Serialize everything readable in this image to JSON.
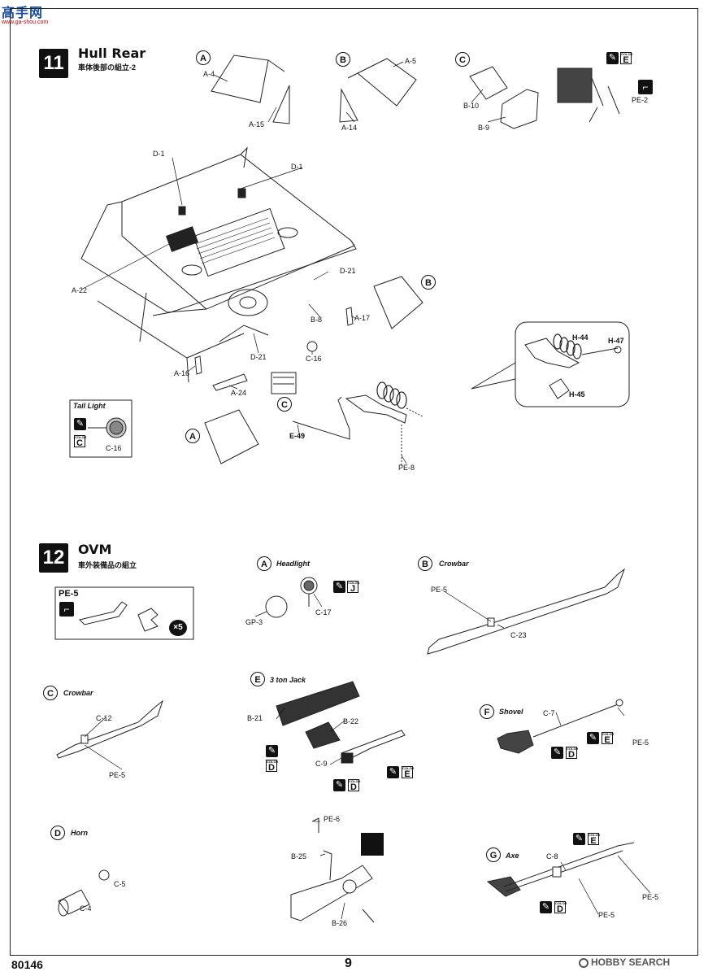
{
  "header_watermark": {
    "line1": "高手网",
    "line2": "www.ga-shou.com"
  },
  "step11": {
    "number": "11",
    "title": "Hull Rear",
    "subtitle": "車体後部の組立-2",
    "callouts": {
      "a": "A",
      "b": "B",
      "c": "C"
    },
    "labels": {
      "a4": "A-4",
      "a15": "A-15",
      "a5": "A-5",
      "a14": "A-14",
      "b10": "B-10",
      "b9": "B-9",
      "pe2": "PE-2",
      "color_e": "E",
      "d1_left": "D-1",
      "d1_right": "D-1",
      "a22": "A-22",
      "d21": "D-21",
      "b8": "B-8",
      "a17": "A-17",
      "d21_lower": "D-21",
      "c16": "C-16",
      "a16": "A-16",
      "a24": "A-24",
      "e49": "E-49",
      "pe8": "PE-8",
      "h44": "H-44",
      "h47": "H-47",
      "h45": "H-45"
    },
    "tail_light": {
      "title": "Tail Light",
      "color": "C",
      "part": "C-16"
    }
  },
  "step12": {
    "number": "12",
    "title": "OVM",
    "subtitle": "車外装備品の組立",
    "pe_box": {
      "title": "PE-5",
      "count": "×5"
    },
    "items": {
      "headlight": {
        "letter": "A",
        "name": "Headlight",
        "gp3": "GP-3",
        "c17": "C-17",
        "color": "J"
      },
      "crowbar_b": {
        "letter": "B",
        "name": "Crowbar",
        "pe5": "PE-5",
        "c23": "C-23"
      },
      "crowbar_c": {
        "letter": "C",
        "name": "Crowbar",
        "c12": "C-12",
        "pe5": "PE-5"
      },
      "jack": {
        "letter": "E",
        "name": "3 ton Jack",
        "b21": "B-21",
        "b22": "B-22",
        "c9": "C-9",
        "color_d1": "D",
        "color_d2": "D",
        "color_e": "E"
      },
      "shovel": {
        "letter": "F",
        "name": "Shovel",
        "c7": "C-7",
        "pe5": "PE-5",
        "color_d": "D",
        "color_e": "E"
      },
      "horn": {
        "letter": "D",
        "name": "Horn",
        "c5": "C-5",
        "c4": "C-4"
      },
      "mount": {
        "pe6": "PE-6",
        "b25": "B-25",
        "b26": "B-26"
      },
      "axe": {
        "letter": "G",
        "name": "Axe",
        "c8": "C-8",
        "pe5a": "PE-5",
        "pe5b": "PE-5",
        "color_e": "E",
        "color_d": "D"
      }
    }
  },
  "footer": {
    "code": "80146",
    "page": "9",
    "brand": "HOBBY SEARCH"
  }
}
